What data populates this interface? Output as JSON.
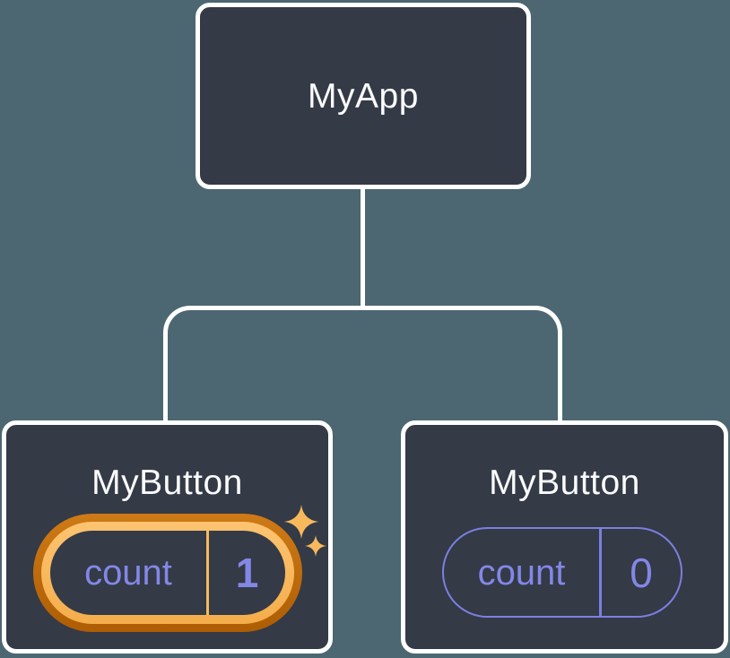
{
  "nodes": {
    "root": {
      "label": "MyApp"
    },
    "left_child": {
      "label": "MyButton",
      "state_key": "count",
      "state_value": "1",
      "highlighted": true
    },
    "right_child": {
      "label": "MyButton",
      "state_key": "count",
      "state_value": "0",
      "highlighted": false
    }
  },
  "icons": {
    "sparkle": "sparkle-icon"
  },
  "colors": {
    "background": "#4C6771",
    "node_fill": "#343A46",
    "node_border": "#FFFFFF",
    "connector": "#FFFFFF",
    "state_text": "#8387E6",
    "state_border_idle": "#7B7FE0",
    "highlight_outer": "#B86207",
    "highlight_inner": "#F9BA5E",
    "sparkle": "#F7B95C"
  }
}
